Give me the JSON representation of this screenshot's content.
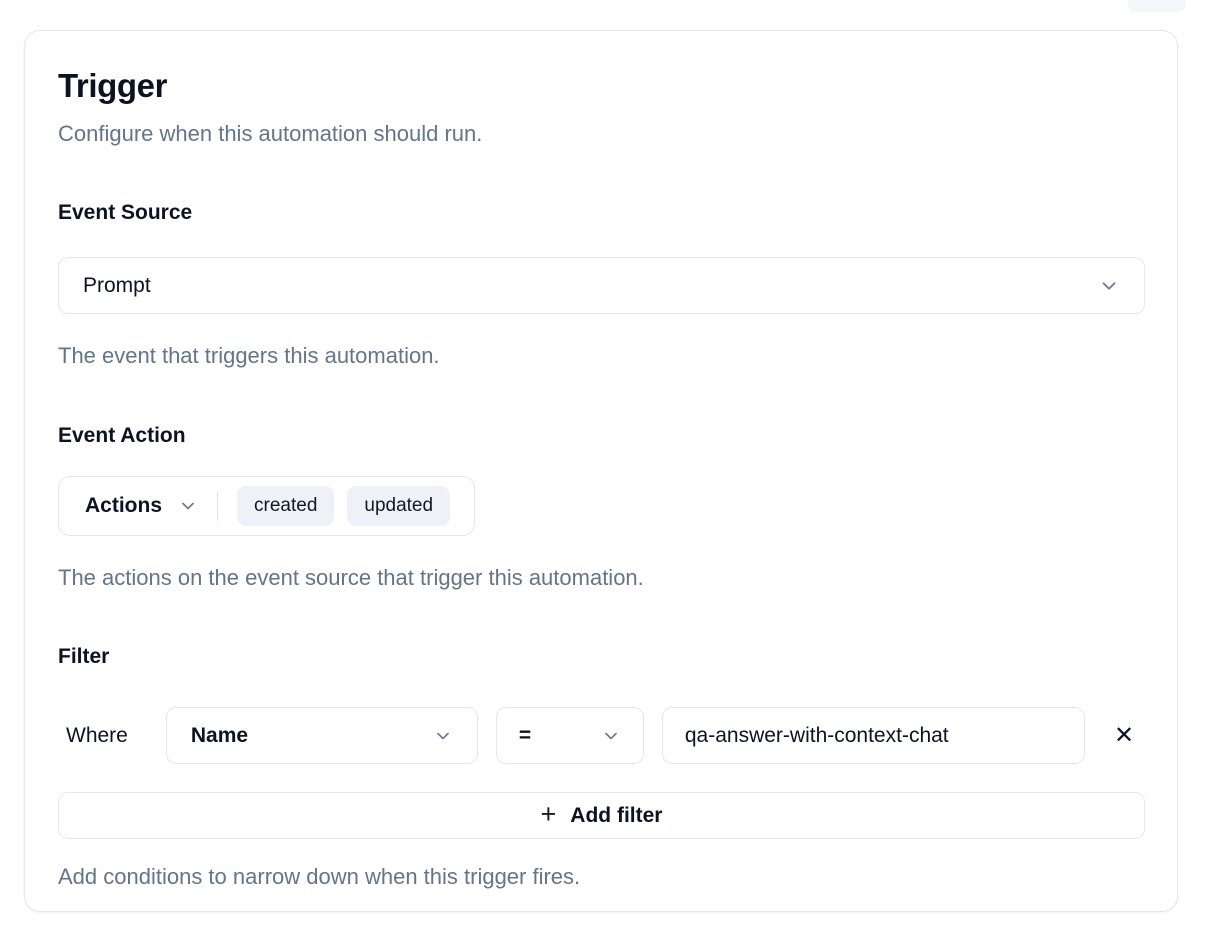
{
  "page": {
    "title": "Trigger",
    "subtitle": "Configure when this automation should run."
  },
  "event_source": {
    "label": "Event Source",
    "selected_value": "Prompt",
    "hint": "The event that triggers this automation."
  },
  "event_action": {
    "label": "Event Action",
    "dropdown_label": "Actions",
    "selected_actions": [
      "created",
      "updated"
    ],
    "hint": "The actions on the event source that trigger this automation."
  },
  "filter": {
    "label": "Filter",
    "where_label": "Where",
    "conditions": [
      {
        "field": "Name",
        "operator": "=",
        "value": "qa-answer-with-context-chat"
      }
    ],
    "add_button_label": "Add filter",
    "hint": "Add conditions to narrow down when this trigger fires."
  },
  "icons": {
    "plus": "+",
    "close": "✕"
  },
  "colors": {
    "text_dark": "#0c1322",
    "text_muted": "#64748b",
    "border": "#e3e8ef",
    "chip_bg": "#eef2f8"
  }
}
